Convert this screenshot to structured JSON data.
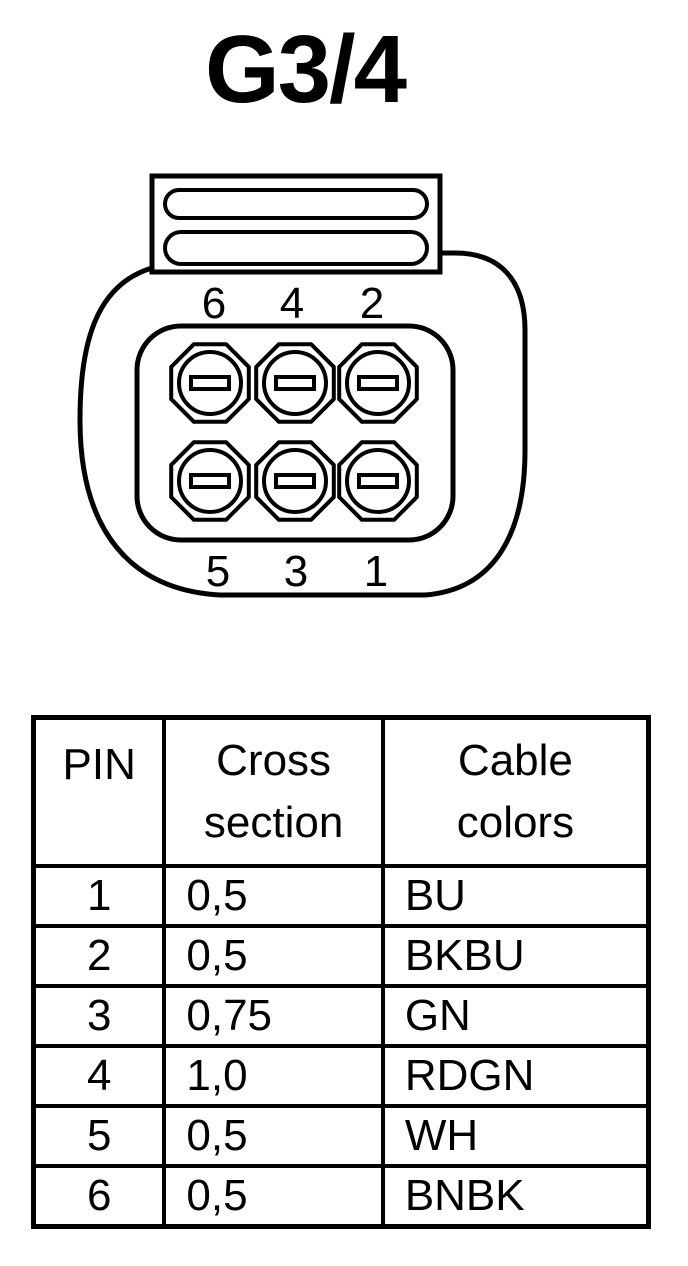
{
  "title": "G3/4",
  "connector": {
    "top_row_labels": [
      "6",
      "4",
      "2"
    ],
    "bottom_row_labels": [
      "5",
      "3",
      "1"
    ]
  },
  "table": {
    "headers": {
      "pin": "PIN",
      "cross_section": [
        "Cross",
        "section"
      ],
      "cable_colors": [
        "Cable",
        "colors"
      ]
    },
    "rows": [
      {
        "pin": "1",
        "cross_section": "0,5",
        "color": "BU"
      },
      {
        "pin": "2",
        "cross_section": "0,5",
        "color": "BKBU"
      },
      {
        "pin": "3",
        "cross_section": "0,75",
        "color": "GN"
      },
      {
        "pin": "4",
        "cross_section": "1,0",
        "color": "RDGN"
      },
      {
        "pin": "5",
        "cross_section": "0,5",
        "color": "WH"
      },
      {
        "pin": "6",
        "cross_section": "0,5",
        "color": "BNBK"
      }
    ]
  }
}
